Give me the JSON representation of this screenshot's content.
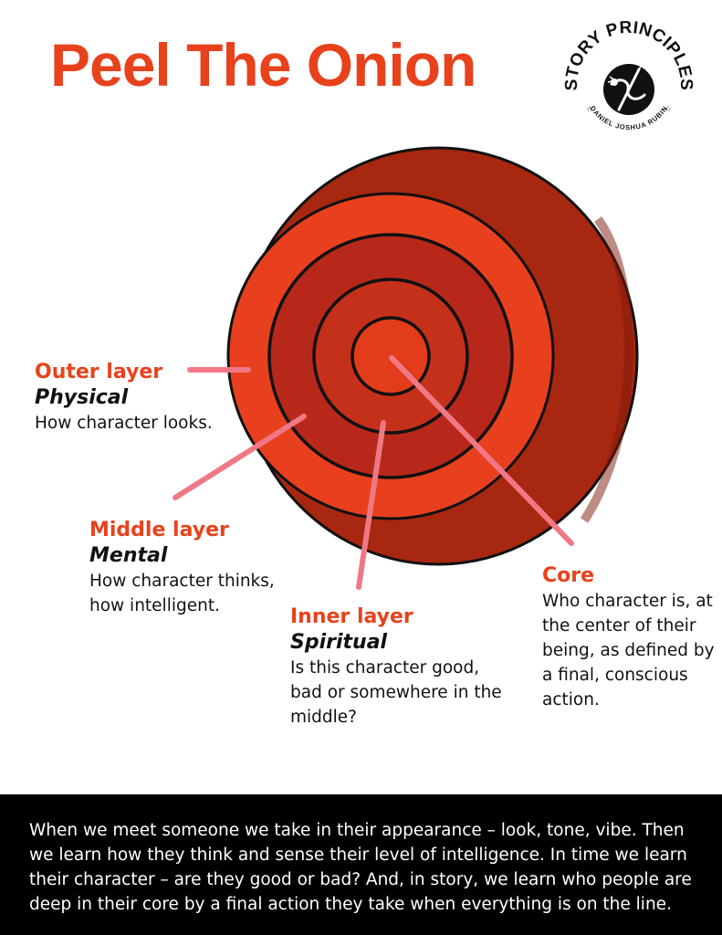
{
  "title": "Peel The Onion",
  "logo": {
    "top_text": "STORY PRINCIPLES",
    "bottom_text": "DANIEL JOSHUA RUBIN",
    "icon": "dragon-pen-icon"
  },
  "layers": {
    "outer": {
      "heading": "Outer layer",
      "sub": "Physical",
      "desc": "How character looks."
    },
    "middle": {
      "heading": "Middle layer",
      "sub": "Mental",
      "desc": "How character thinks, how intelligent."
    },
    "inner": {
      "heading": "Inner layer",
      "sub": "Spiritual",
      "desc": "Is this character good, bad or somewhere in the middle?"
    },
    "core": {
      "heading": "Core",
      "desc": "Who character is, at the center of their being, as defined by a final, conscious action."
    }
  },
  "footer": {
    "text": "When we meet someone we take in their appearance – look, tone, vibe. Then we learn how they think and sense their level of intelligence. In time we learn their character – are they good or bad? And, in story, we learn who people are deep in their core by a final action they take when everything is on the line."
  },
  "colors": {
    "title": "#e8421c",
    "outer": "#e8401e",
    "rim": "#a82710",
    "middle": "#b8281a",
    "inner": "#dd3a18",
    "pointer": "#f07886"
  }
}
